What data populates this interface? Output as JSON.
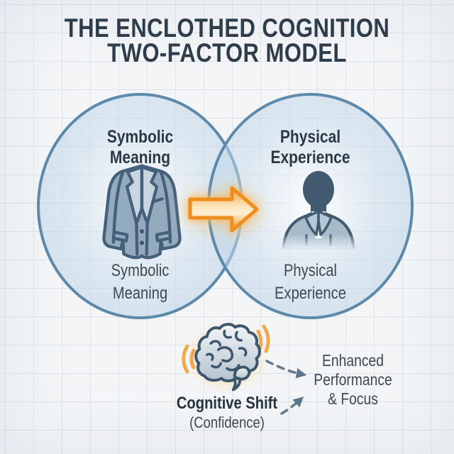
{
  "title": {
    "text": "THE ENCLOTHED COGNITION\nTWO-FACTOR MODEL"
  },
  "venn": {
    "left_circle": {
      "heading": "Symbolic\nMeaning",
      "caption": "Symbolic\nMeaning",
      "icon": "suit-jacket-icon"
    },
    "right_circle": {
      "heading": "Physical\nExperience",
      "caption": "Physical\nExperience",
      "icon": "business-person-icon"
    },
    "connector": {
      "icon": "right-arrow-icon"
    }
  },
  "outcome": {
    "icon": "brain-icon",
    "label": "Cognitive Shift",
    "sublabel": "(Confidence)",
    "result": "Enhanced\nPerformance\n& Focus"
  },
  "colors": {
    "background": "#f3f5f7",
    "grid_line": "#dde3e9",
    "title_text": "#2e3d49",
    "heading_text": "#2b3945",
    "body_text": "#3e4953",
    "circle_border": "#5d89ab",
    "arrow_orange": "#ee8f1c",
    "icon_outline": "#45607b",
    "icon_fill": "#94abbd",
    "dashed_arrow": "#64798b",
    "glow_yellow": "#ffd98e"
  }
}
